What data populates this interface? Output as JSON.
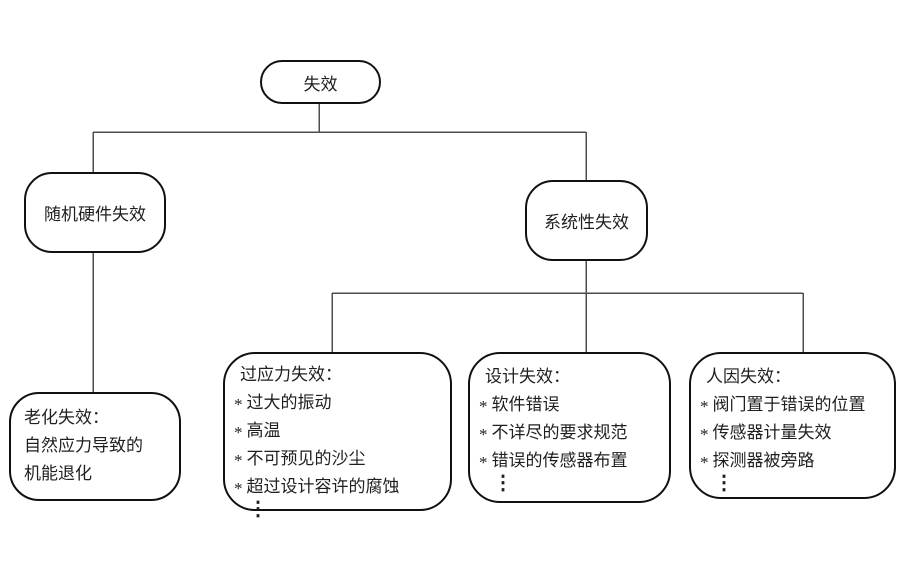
{
  "diagram": {
    "type": "tree",
    "root": {
      "label": "失效"
    },
    "branches": [
      {
        "id": "random-hardware-failure",
        "label": "随机硬件失效"
      },
      {
        "id": "systematic-failure",
        "label": "系统性失效"
      }
    ],
    "aging": {
      "title": "老化失效：",
      "lines": [
        "自然应力导致的",
        "机能退化"
      ]
    },
    "overstress": {
      "title": "过应力失效：",
      "items": [
        "过大的振动",
        "高温",
        "不可预见的沙尘",
        "超过设计容许的腐蚀"
      ],
      "ellipsis": "⋮"
    },
    "design": {
      "title": "设计失效：",
      "items": [
        "软件错误",
        "不详尽的要求规范",
        "错误的传感器布置"
      ],
      "ellipsis": "⋮"
    },
    "human": {
      "title": "人因失效：",
      "items": [
        "阀门置于错误的位置",
        "传感器计量失效",
        "探测器被旁路"
      ],
      "ellipsis": "⋮"
    },
    "bullet": "*",
    "colors": {
      "background": "#ffffff",
      "node_border": "#111111",
      "connector_line": "#4d4d4d",
      "text": "#1f1f1f"
    }
  }
}
